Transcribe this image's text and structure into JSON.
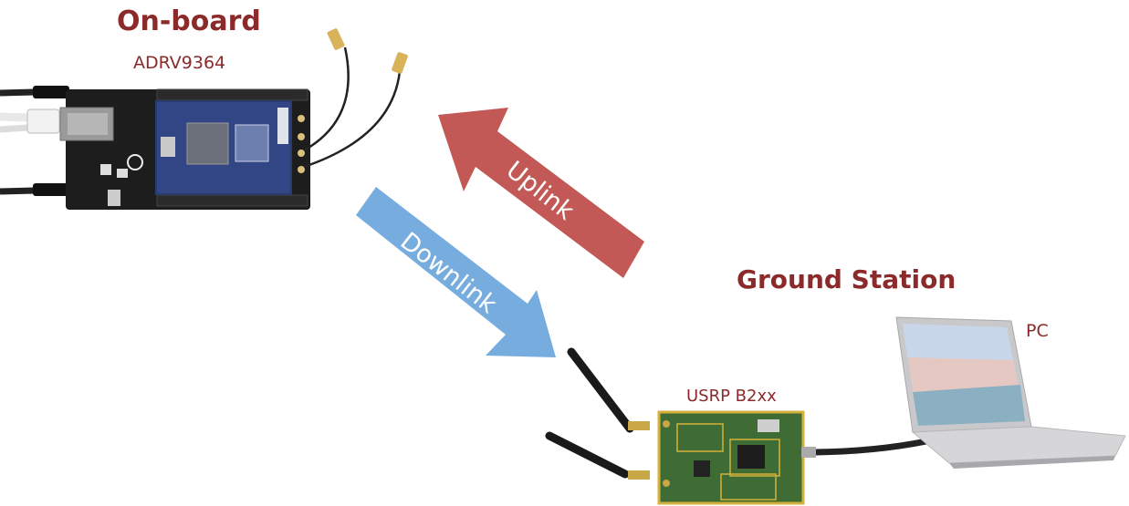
{
  "onboard": {
    "title": "On-board",
    "device": "ADRV9364"
  },
  "ground": {
    "title": "Ground Station",
    "radio": "USRP B2xx",
    "computer": "PC"
  },
  "links": {
    "uplink": "Uplink",
    "downlink": "Downlink"
  },
  "colors": {
    "heading": "#8b2a2a",
    "uplink_arrow": "#c0504d",
    "downlink_arrow": "#6fa8dc"
  }
}
